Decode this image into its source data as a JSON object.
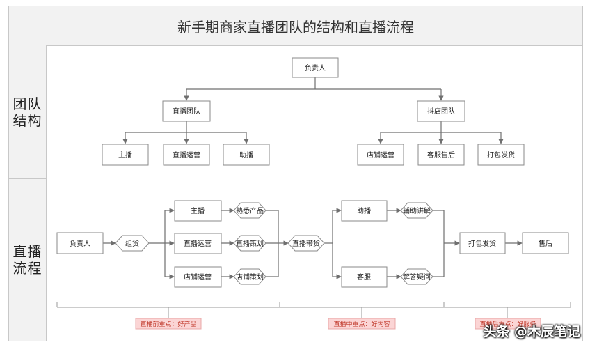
{
  "title": "新手期商家直播团队的结构和直播流程",
  "rows": {
    "team": "团队结构",
    "team_line1": "团队",
    "team_line2": "结构",
    "flow_line1": "直播",
    "flow_line2": "流程"
  },
  "team": {
    "root": "负责人",
    "branches": [
      {
        "label": "直播团队",
        "children": [
          "主播",
          "直播运营",
          "助播"
        ]
      },
      {
        "label": "抖店团队",
        "children": [
          "店铺运营",
          "客服售后",
          "打包发货"
        ]
      }
    ]
  },
  "flow": {
    "start": "负责人",
    "step1": "组货",
    "roles1": [
      "主播",
      "直播运营",
      "店铺运营"
    ],
    "tasks1": [
      "熟悉产品",
      "直播策划",
      "店铺策划"
    ],
    "step2": "直播带货",
    "roles2": [
      "助播",
      "客服"
    ],
    "tasks2": [
      "辅助讲解",
      "解答疑问"
    ],
    "step3": "打包发货",
    "end": "售后"
  },
  "notes": [
    "直播前重点：好产品",
    "直播中重点：好内容",
    "直播后重点：好服务"
  ],
  "watermark": "头条 @木辰笔记"
}
